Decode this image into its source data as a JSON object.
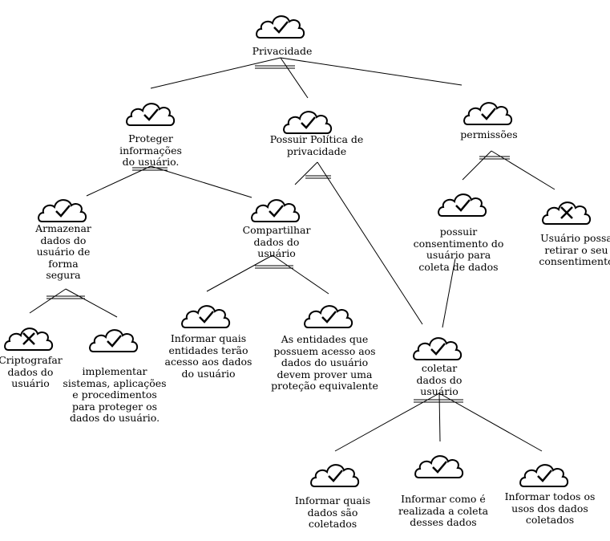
{
  "nodes": [
    {
      "id": "privacidade",
      "label": "Privacidade",
      "status": "check"
    },
    {
      "id": "proteger",
      "label": "Proteger\ninformações\ndo usuário.",
      "status": "check"
    },
    {
      "id": "politica",
      "label": "Possuir Política de\nprivacidade",
      "status": "check"
    },
    {
      "id": "permissoes",
      "label": "permissões",
      "status": "check"
    },
    {
      "id": "armazenar",
      "label": "Armazenar\ndados do\nusuário de\nforma\nsegura",
      "status": "check"
    },
    {
      "id": "compartilhar",
      "label": "Compartilhar\ndados do\nusuário",
      "status": "check"
    },
    {
      "id": "consentimento",
      "label": "possuir\nconsentimento do\nusuário para\ncoleta de dados",
      "status": "check"
    },
    {
      "id": "retirar",
      "label": "Usuário possa\nretirar o seu\nconsentimento",
      "status": "cross"
    },
    {
      "id": "criptografar",
      "label": "Criptografar\ndados do\nusuário",
      "status": "cross"
    },
    {
      "id": "implementar",
      "label": "implementar\nsistemas, aplicações\ne procedimentos\npara proteger os\ndados do usuário.",
      "status": "check"
    },
    {
      "id": "informar_quais",
      "label": "Informar quais\nentidades terão\nacesso aos dados\ndo usuário",
      "status": "check"
    },
    {
      "id": "entidades",
      "label": "As entidades que\npossuem acesso aos\ndados do usuário\ndevem prover uma\nproteção equivalente",
      "status": "check"
    },
    {
      "id": "coletar",
      "label": "coletar\ndados do\nusuário",
      "status": "check"
    },
    {
      "id": "informar_dados",
      "label": "Informar quais\ndados são\ncoletados",
      "status": "check"
    },
    {
      "id": "informar_como",
      "label": "Informar como é\nrealizada a coleta\ndesses dados",
      "status": "check"
    },
    {
      "id": "informar_usos",
      "label": "Informar todos os\nusos dos dados\ncoletados",
      "status": "check"
    }
  ],
  "edges": [
    [
      "privacidade",
      "proteger"
    ],
    [
      "privacidade",
      "politica"
    ],
    [
      "privacidade",
      "permissoes"
    ],
    [
      "proteger",
      "armazenar"
    ],
    [
      "proteger",
      "compartilhar"
    ],
    [
      "politica",
      "compartilhar"
    ],
    [
      "politica",
      "coletar"
    ],
    [
      "permissoes",
      "consentimento"
    ],
    [
      "permissoes",
      "retirar"
    ],
    [
      "armazenar",
      "criptografar"
    ],
    [
      "armazenar",
      "implementar"
    ],
    [
      "compartilhar",
      "informar_quais"
    ],
    [
      "compartilhar",
      "entidades"
    ],
    [
      "consentimento",
      "coletar"
    ],
    [
      "coletar",
      "informar_dados"
    ],
    [
      "coletar",
      "informar_como"
    ],
    [
      "coletar",
      "informar_usos"
    ]
  ]
}
